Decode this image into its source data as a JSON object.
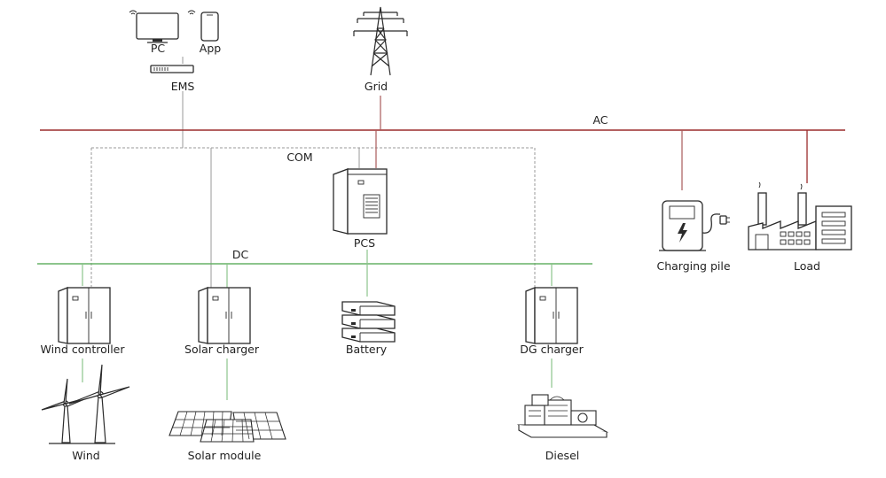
{
  "labels": {
    "pc": "PC",
    "app": "App",
    "ems": "EMS",
    "grid": "Grid",
    "ac": "AC",
    "com": "COM",
    "pcs": "PCS",
    "dc": "DC",
    "charging_pile": "Charging pile",
    "load": "Load",
    "wind_controller": "Wind controller",
    "solar_charger": "Solar charger",
    "battery": "Battery",
    "dg_charger": "DG charger",
    "wind": "Wind",
    "solar_module": "Solar module",
    "diesel": "Diesel"
  },
  "colors": {
    "ac_bus": "#9b2c2c",
    "ac_drop": "#a85a5a",
    "dc_bus": "#66b266",
    "dc_drop": "#8cc48c",
    "com_line": "#9a9a9a",
    "ink": "#2a2a2a"
  }
}
